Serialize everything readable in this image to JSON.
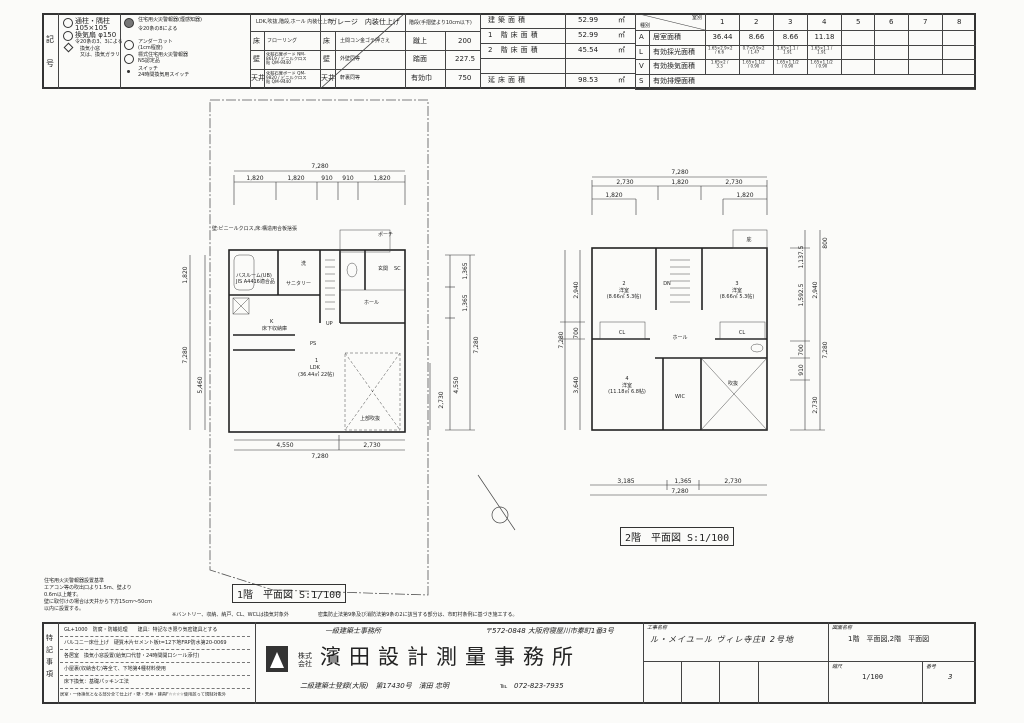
{
  "legend": {
    "side_label": "記号",
    "items": [
      "通柱・隅柱",
      "105×105",
      "換気扇 φ150",
      "令20条の3、3による",
      "換気小窓",
      "又は、換気ガラリ"
    ],
    "items2": [
      "住宅用火災警報器(煙感知器)",
      "令20条の8による",
      "アンダーカット",
      "(1cm程度)",
      "標式住宅用火災警報器",
      "NS認定品",
      "スイッチ",
      "24時間換気用スイッチ"
    ]
  },
  "ldk_finish": {
    "title": "LDK,吹抜,階段,ホール 内装仕上表",
    "rows": [
      {
        "k": "床",
        "v": "フローリング"
      },
      {
        "k": "壁",
        "v": "化粧石膏ボード NM-8619 / ビニルクロス貼 QM-9440"
      },
      {
        "k": "天井",
        "v": "化粧石膏ボード QM-9820 / ビニルクロス貼 QM-9440"
      }
    ]
  },
  "garage_finish": {
    "title": "ガレージ　内装仕上げ",
    "rows": [
      {
        "k": "床",
        "v": "土間コン金ゴテ押さえ"
      },
      {
        "k": "壁",
        "v": "外壁同等"
      },
      {
        "k": "天井",
        "v": "軒裏同等"
      }
    ]
  },
  "stairs": {
    "title": "階段(手摺壁より10cm以下)",
    "rows": [
      {
        "k": "蹴上",
        "v": "200"
      },
      {
        "k": "踏面",
        "v": "227.5"
      },
      {
        "k": "有効巾",
        "v": "750"
      }
    ]
  },
  "areas": [
    {
      "k": "建築面積",
      "v": "52.99",
      "u": "㎡"
    },
    {
      "k": "1 階床面積",
      "v": "52.99",
      "u": "㎡"
    },
    {
      "k": "2 階床面積",
      "v": "45.54",
      "u": "㎡"
    },
    {
      "k": "",
      "v": "",
      "u": ""
    },
    {
      "k": "延床面積",
      "v": "98.53",
      "u": "㎡"
    }
  ],
  "room_table": {
    "header_type": "種別",
    "header_room": "室別",
    "cols": [
      "1",
      "2",
      "3",
      "4",
      "5",
      "6",
      "7",
      "8"
    ],
    "rows": [
      {
        "code": "A",
        "label": "居室面積",
        "vals": [
          "36.44",
          "8.66",
          "8.66",
          "11.18"
        ]
      },
      {
        "code": "L",
        "label": "有効採光面積",
        "vals": [
          "1.65×2.9×2 / 6.6",
          "0.7×0.9×2 / 1.47",
          "1.65×1.1 / 1.91",
          "1.65×1.1 / 1.91"
        ]
      },
      {
        "code": "V",
        "label": "有効換気面積",
        "vals": [
          "1.65×2 / 3.3",
          "1.65×1.1/2 / 0.90",
          "1.65×1.1/2 / 0.90",
          "1.65×1.1/2 / 0.90"
        ]
      },
      {
        "code": "S",
        "label": "有効排煙面積",
        "vals": [
          "",
          "",
          "",
          ""
        ]
      }
    ]
  },
  "plan1": {
    "dims_top_total": "7,280",
    "dims_top": [
      "1,820",
      "1,820",
      "910",
      "910",
      "1,820"
    ],
    "dims_right": [
      "1,365",
      "1,365",
      "7,280",
      "4,550",
      "2,730"
    ],
    "dims_left": [
      "1,820",
      "7,280",
      "5,460"
    ],
    "dims_bottom": [
      "4,550",
      "2,730",
      "7,280"
    ],
    "note_top": "壁:ビニールクロス,床:構造用合板捨張",
    "rooms": {
      "bath": "バスルーム(UB)",
      "bath_sub": "JIS A4416適合品",
      "wc": "洗",
      "sanitary": "サニタリー",
      "porch": "ポーチ",
      "entrance": "玄関",
      "sc": "SC",
      "hall": "ホール",
      "up": "UP",
      "kitchen": "K",
      "kitchen_sub": "床下収納庫",
      "ps": "PS",
      "ldk_no": "1",
      "ldk": "LDK",
      "ldk_area": "(36.44㎡ 22帖)",
      "void": "上部吹抜"
    },
    "title": "1階　平面図 S:1/100"
  },
  "plan2": {
    "dims_top_total": "7,280",
    "dims_top": [
      "2,730",
      "1,820",
      "2,730"
    ],
    "dims_top2": [
      "1,820",
      "1,820"
    ],
    "dims_right": [
      "800",
      "1,137.5",
      "1,592.5",
      "2,940",
      "700",
      "910",
      "2,730",
      "7,280"
    ],
    "dims_left": [
      "2,940",
      "700",
      "3,640",
      "7,280"
    ],
    "dims_bottom": [
      "3,185",
      "1,365",
      "2,730"
    ],
    "dims_bottom_total": "7,280",
    "rooms": {
      "r2_no": "2",
      "r2": "洋室",
      "r2_area": "(8.66㎡ 5.3帖)",
      "r3_no": "3",
      "r3": "洋室",
      "r3_area": "(8.66㎡ 5.3帖)",
      "r4_no": "4",
      "r4": "洋室",
      "r4_area": "(11.18㎡ 6.8帖)",
      "cl1": "CL",
      "cl2": "CL",
      "hall": "ホール",
      "dn": "DN",
      "wic": "WIC",
      "void": "吹抜",
      "balcony": "庇"
    },
    "title": "2階　平面図 S:1/100"
  },
  "notes_left": [
    "住宅用火災警報器設置基準",
    "エアコン等の吹出口より1.5m、壁より",
    "0.6m以上離す。",
    "壁に取付けの場合は天井から下方15cm～50cm",
    "以内に設置する。"
  ],
  "note_mid": "※バントリー、収納、納戸、CL、WCLは換気対象外",
  "note_right": "密集防止法第9条及び消防法第9条の2に該当する部分は、市町村条例に基づき施工する。",
  "special": {
    "label": "特記事項",
    "lines": [
      "GL+1000　防腐・防蟻処理　　建具：特記なき限り気密建具とする",
      "バルコニー床仕上げ　硬質木片セメント板t=12下地FRP防水第20-0069",
      "各居室　換気小窓設置(給気口代替・24時間開口シール添付)",
      "小屋裏(収納含む)等全て、下地第4種材料使用",
      "床下換気：基礎パッキン工法",
      "居室・一体換気となる部分全て仕上げ・壁・天井・建具F☆☆☆☆使用該って規制対象外"
    ]
  },
  "company": {
    "office_type": "一級建築士事務所",
    "address": "〒572-0848 大阪府寝屋川市秦町1番3号",
    "kabushiki": "株式会社",
    "name": "濱田設計測量事務所",
    "registration": "二級建築士登録(大阪)　第17430号　濱田 忠明",
    "tel_label": "℡",
    "tel": "072-823-7935"
  },
  "project": {
    "label": "工事名称",
    "value": "ル・メイユール ヴィレ寺庄Ⅱ 2号地"
  },
  "drawing": {
    "label": "図面名称",
    "value": "1階　平面図,2階　平面図",
    "scale_label": "縮尺",
    "scale": "1/100",
    "no_label": "番号",
    "no": "3"
  }
}
